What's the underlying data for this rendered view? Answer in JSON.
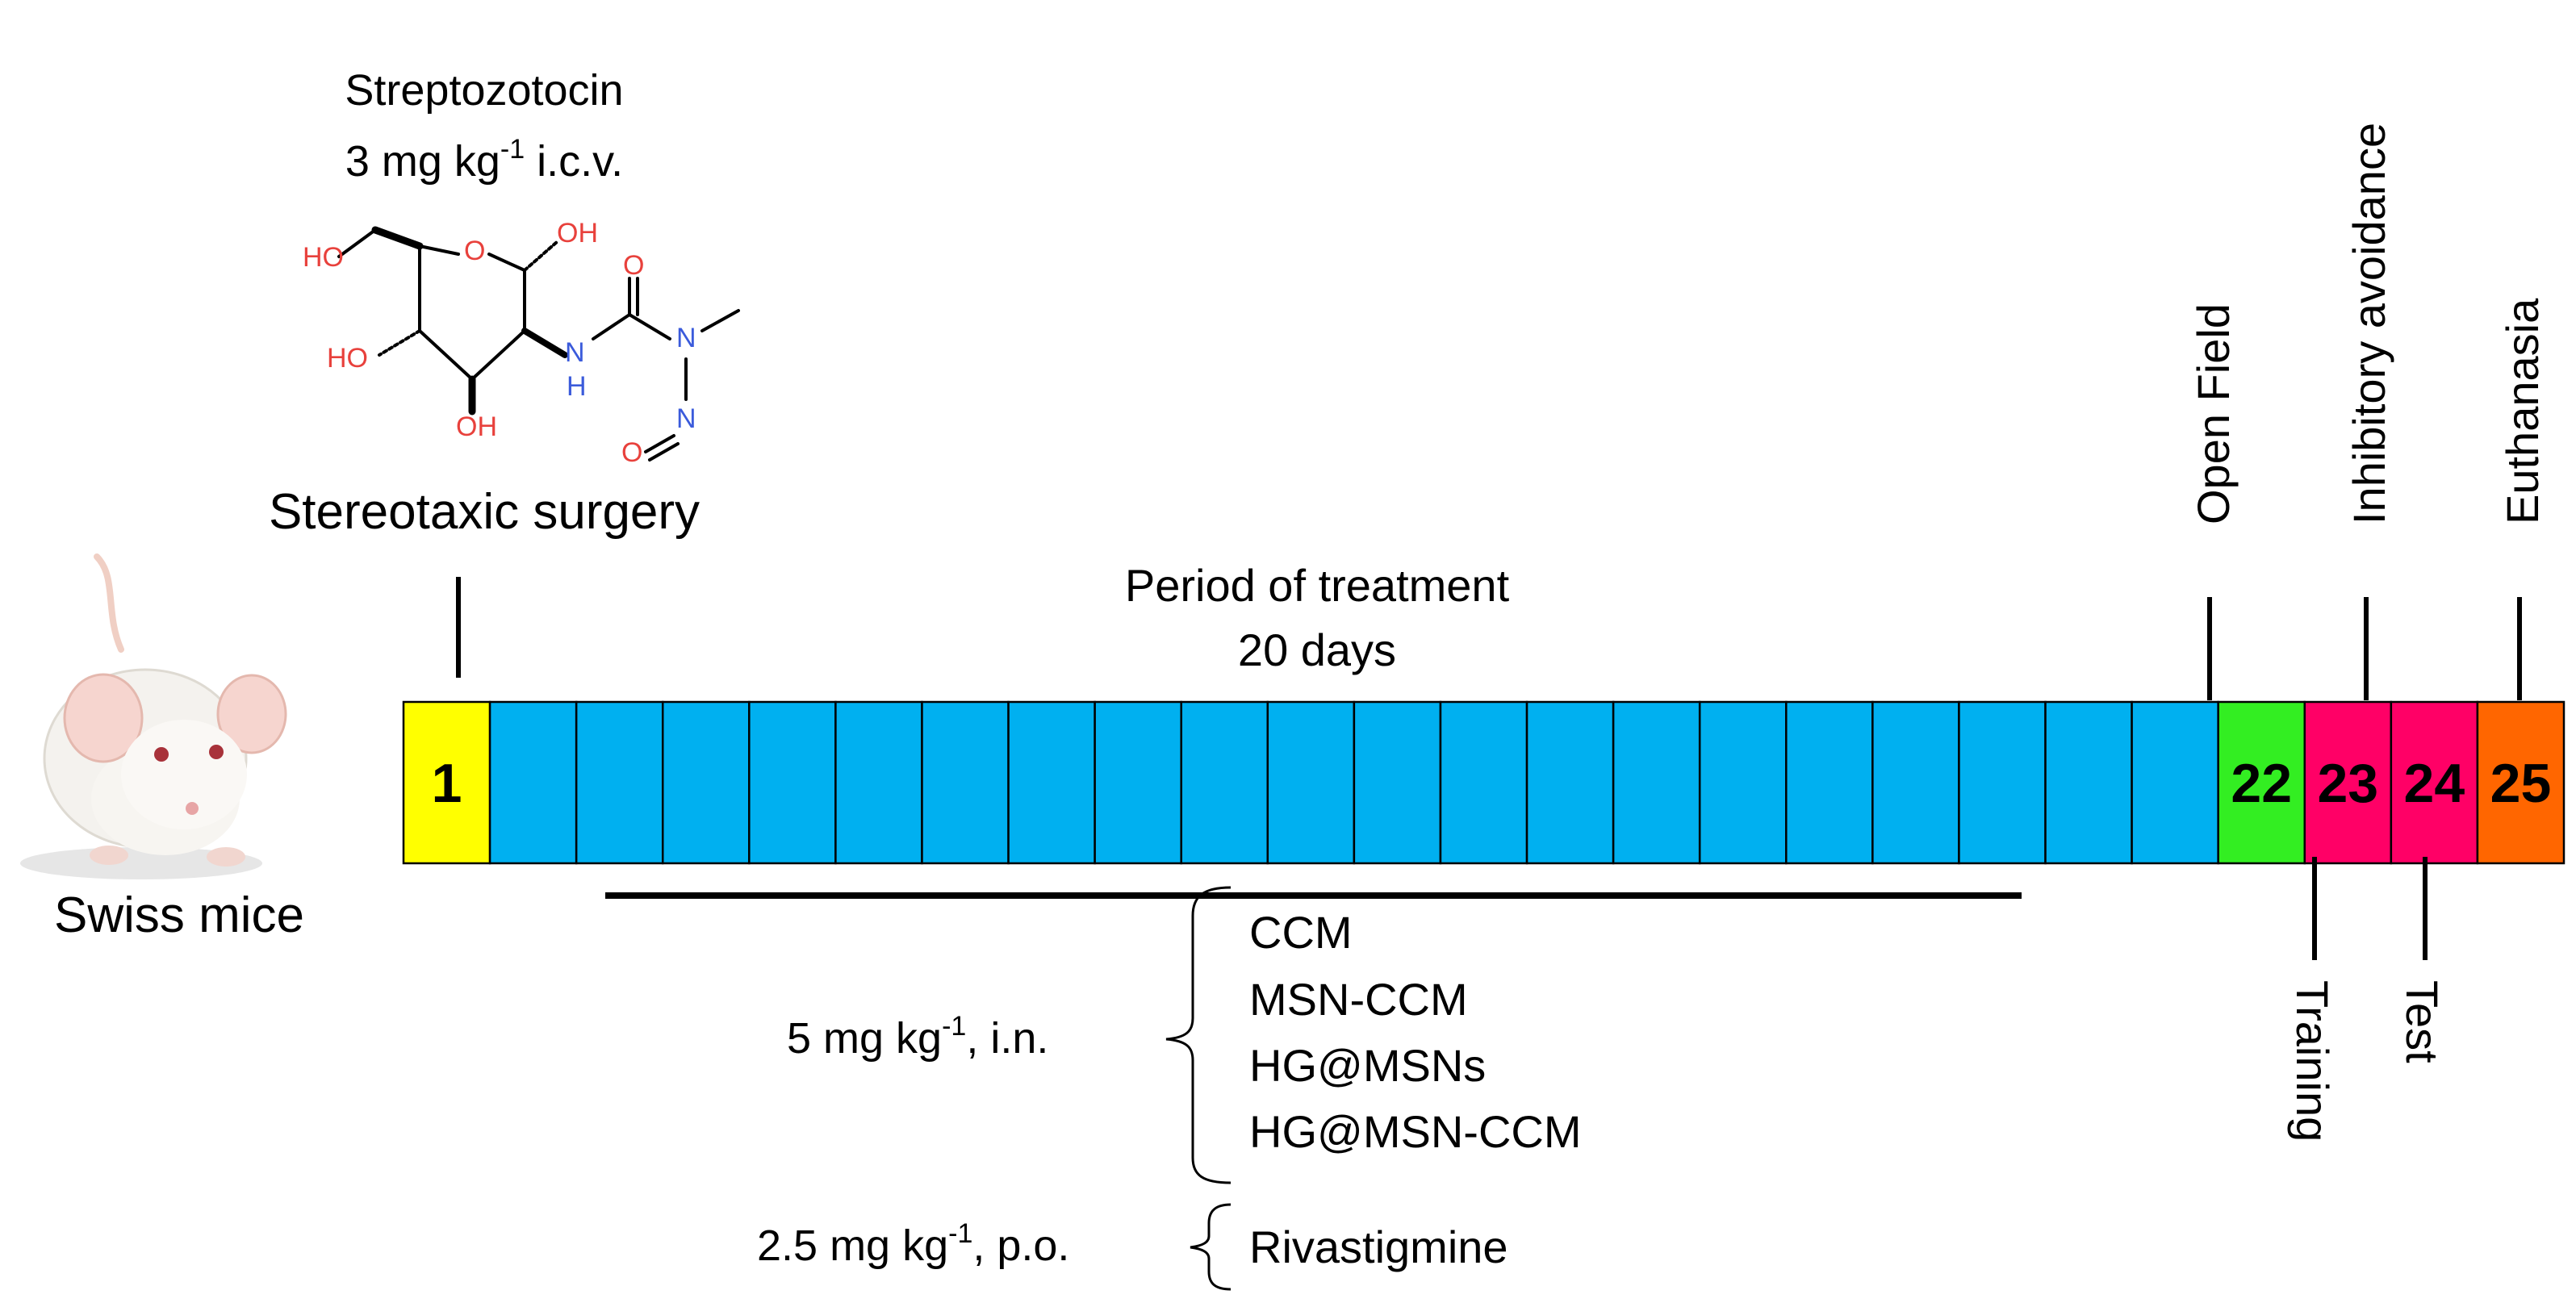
{
  "surgery": {
    "drug": "Streptozotocin",
    "dose_main": "3 mg kg",
    "dose_exp": "-1",
    "dose_route": " i.c.v.",
    "procedure": "Stereotaxic surgery"
  },
  "molecule": {
    "atoms": {
      "ho_top": "HO",
      "oh_top": "OH",
      "ring_o": "O",
      "ho_left": "HO",
      "oh_bottom": "OH",
      "nh_n": "N",
      "nh_h": "H",
      "carbonyl_o": "O",
      "n_methyl": "N",
      "n_nitroso": "N",
      "o_nitroso": "O"
    },
    "colors": {
      "oxygen": "#e8413c",
      "nitrogen": "#3b5bdb",
      "carbon": "#000000"
    }
  },
  "animal": {
    "label": "Swiss mice"
  },
  "treatment": {
    "title": "Period of treatment",
    "duration": "20 days"
  },
  "timeline": {
    "days": [
      {
        "label": "1",
        "color": "#ffff00"
      },
      {
        "label": "",
        "color": "#00b0f0"
      },
      {
        "label": "",
        "color": "#00b0f0"
      },
      {
        "label": "",
        "color": "#00b0f0"
      },
      {
        "label": "",
        "color": "#00b0f0"
      },
      {
        "label": "",
        "color": "#00b0f0"
      },
      {
        "label": "",
        "color": "#00b0f0"
      },
      {
        "label": "",
        "color": "#00b0f0"
      },
      {
        "label": "",
        "color": "#00b0f0"
      },
      {
        "label": "",
        "color": "#00b0f0"
      },
      {
        "label": "",
        "color": "#00b0f0"
      },
      {
        "label": "",
        "color": "#00b0f0"
      },
      {
        "label": "",
        "color": "#00b0f0"
      },
      {
        "label": "",
        "color": "#00b0f0"
      },
      {
        "label": "",
        "color": "#00b0f0"
      },
      {
        "label": "",
        "color": "#00b0f0"
      },
      {
        "label": "",
        "color": "#00b0f0"
      },
      {
        "label": "",
        "color": "#00b0f0"
      },
      {
        "label": "",
        "color": "#00b0f0"
      },
      {
        "label": "",
        "color": "#00b0f0"
      },
      {
        "label": "",
        "color": "#00b0f0"
      },
      {
        "label": "22",
        "color": "#33ee22"
      },
      {
        "label": "23",
        "color": "#ff0066"
      },
      {
        "label": "24",
        "color": "#ff0066"
      },
      {
        "label": "25",
        "color": "#ff6600"
      }
    ]
  },
  "events_above": [
    {
      "label": "Open Field"
    },
    {
      "label": "Inhibitory avoidance"
    },
    {
      "label": "Euthanasia"
    }
  ],
  "events_below": [
    {
      "label": "Training"
    },
    {
      "label": "Test"
    }
  ],
  "groups": {
    "intranasal": {
      "dose_main": "5 mg kg",
      "dose_exp": "-1",
      "dose_route": ", i.n.",
      "items": [
        "CCM",
        "MSN-CCM",
        "HG@MSNs",
        "HG@MSN-CCM"
      ]
    },
    "oral": {
      "dose_main": "2.5 mg kg",
      "dose_exp": "-1",
      "dose_route": ", p.o.",
      "items": [
        "Rivastigmine"
      ]
    }
  }
}
